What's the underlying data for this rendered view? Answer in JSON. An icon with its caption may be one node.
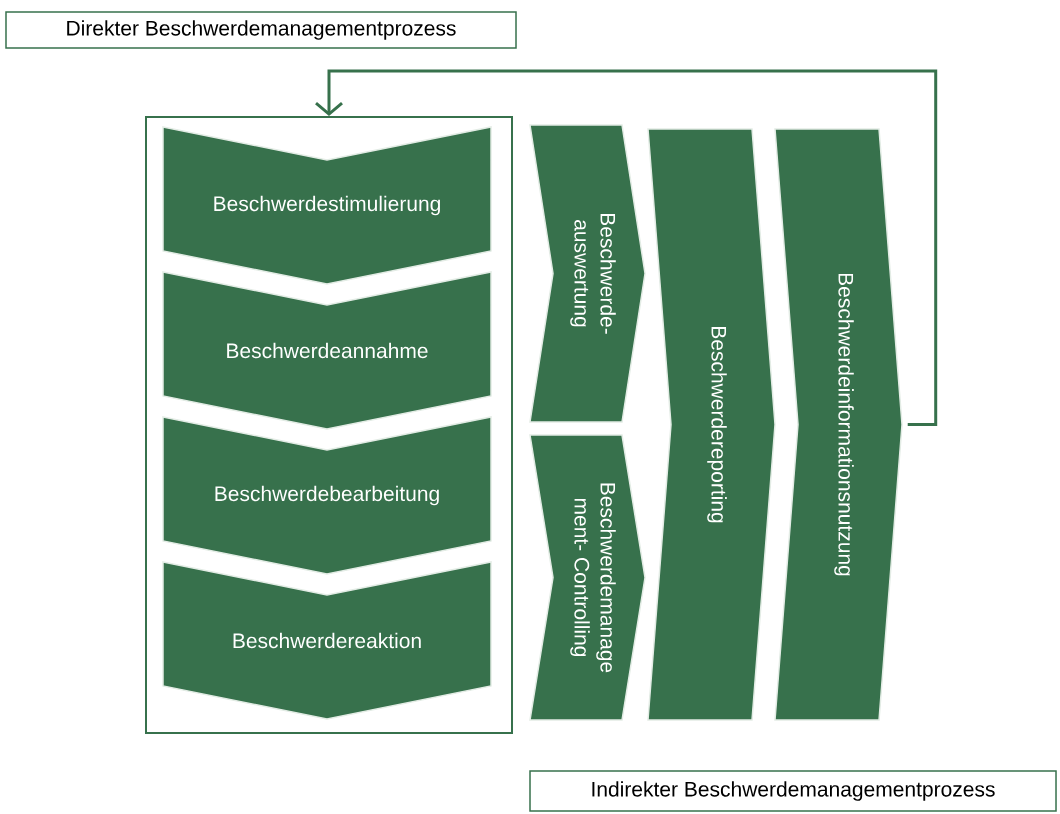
{
  "diagram": {
    "nodes": [
      {
        "text": [
          "Direkter Beschwerdemanagementprozess"
        ]
      },
      {
        "text": [],
        "shape": "box"
      },
      {
        "text": [
          "Beschwerdestimulierung"
        ],
        "in": 1
      },
      {
        "text": [
          "Beschwerdeannahme"
        ],
        "in": 1
      },
      {
        "text": [
          "Beschwerdebearbeitung"
        ],
        "in": 1
      },
      {
        "text": [
          "Beschwerdereaktion"
        ],
        "in": 1
      },
      {
        "text": [
          "Beschwerde- auswertung"
        ]
      },
      {
        "text": [
          "Beschwerdemanage ment- Controlling"
        ]
      },
      {
        "text": [
          "Beschwerdereporting"
        ]
      },
      {
        "text": [
          "Beschwerdeinformationsnutzung"
        ]
      },
      {
        "text": [
          "Indirekter Beschwerdemanagementprozess"
        ]
      }
    ],
    "edges": [
      {
        "from": 9,
        "to": 1,
        "arrow": "to"
      }
    ]
  }
}
